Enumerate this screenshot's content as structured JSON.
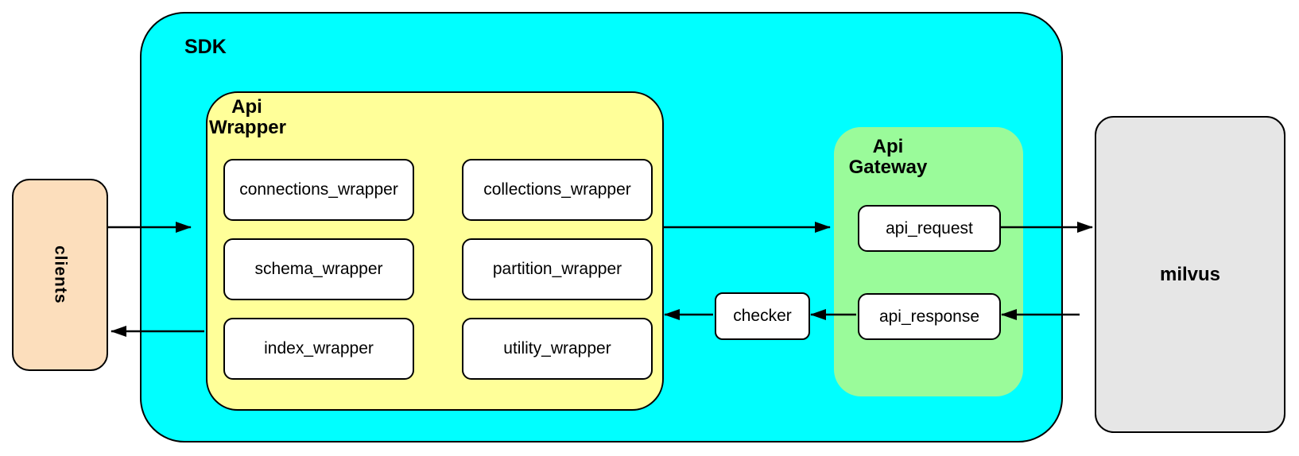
{
  "colors": {
    "sdk_fill": "#00FFFF",
    "wrapper_fill": "#FFFF99",
    "gateway_fill": "#9AFB9A",
    "clients_fill": "#FCDEBC",
    "milvus_fill": "#E6E6E6",
    "box_fill": "#FFFFFF",
    "border": "#000000"
  },
  "nodes": {
    "sdk": {
      "label": "SDK"
    },
    "clients": {
      "label": "clients"
    },
    "milvus": {
      "label": "milvus"
    },
    "api_wrapper": {
      "label": "Api\nWrapper"
    },
    "api_gateway": {
      "label": "Api\nGateway"
    },
    "checker": {
      "label": "checker"
    },
    "api_request": {
      "label": "api_request"
    },
    "api_response": {
      "label": "api_response"
    }
  },
  "wrapper_modules": {
    "left": [
      {
        "label": "connections_wrapper"
      },
      {
        "label": "schema_wrapper"
      },
      {
        "label": "index_wrapper"
      }
    ],
    "right": [
      {
        "label": "collections_wrapper"
      },
      {
        "label": "partition_wrapper"
      },
      {
        "label": "utility_wrapper"
      }
    ]
  },
  "edges": [
    {
      "from": "clients",
      "to": "api_wrapper",
      "direction": "right"
    },
    {
      "from": "api_wrapper",
      "to": "clients",
      "direction": "left"
    },
    {
      "from": "api_wrapper",
      "to": "api_gateway",
      "direction": "right"
    },
    {
      "from": "api_request",
      "to": "milvus",
      "direction": "right"
    },
    {
      "from": "milvus",
      "to": "api_response",
      "direction": "left"
    },
    {
      "from": "api_response",
      "to": "checker",
      "direction": "left"
    },
    {
      "from": "checker",
      "to": "api_wrapper",
      "direction": "left"
    }
  ]
}
